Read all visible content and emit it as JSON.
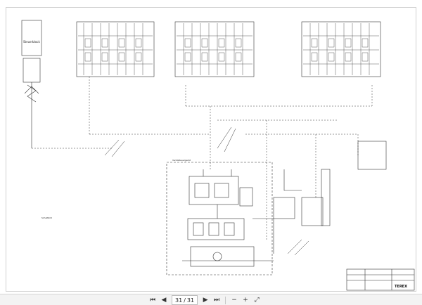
{
  "viewer": {
    "pagination": {
      "current": "31",
      "separator": "/",
      "total": "31"
    },
    "icons": {
      "first": "skip-first-icon",
      "prev": "prev-page-icon",
      "next": "next-page-icon",
      "last": "skip-last-icon",
      "zoom_out": "zoom-out-icon",
      "zoom_in": "zoom-in-icon",
      "fit": "fit-page-icon"
    }
  },
  "schematic": {
    "labels": {
      "block_left": "Steuerblock",
      "valve_group": "Ventilsteuergerät",
      "brand": "TEREX"
    }
  }
}
